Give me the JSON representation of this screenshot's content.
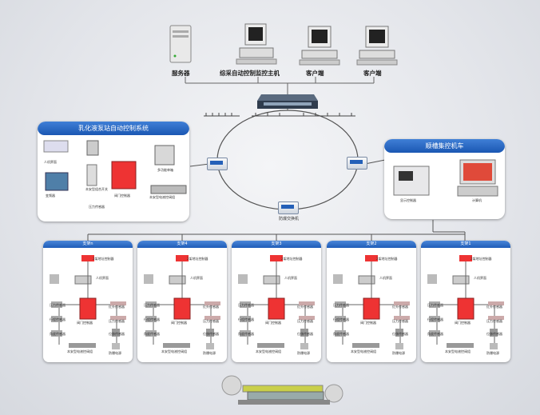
{
  "top": {
    "server_label": "服务器",
    "monitor_host_label": "综采自动控制监控主机",
    "client1_label": "客户端",
    "client2_label": "客户端"
  },
  "pump_panel": {
    "title": "乳化液泵站自动控制系统",
    "labels": [
      "人机界面",
      "变频器",
      "压力传感器",
      "阀门控制器",
      "多功能单箱",
      "本安型组合开关",
      "本安型电液控阀组"
    ]
  },
  "control_car": {
    "title": "顺槽集控机车",
    "labels": [
      "显示控制器",
      "计算机"
    ]
  },
  "ring": {
    "node_label": "防爆交换机"
  },
  "supports": [
    {
      "name": "支架n"
    },
    {
      "name": "支架4"
    },
    {
      "name": "支架3"
    },
    {
      "name": "支架2"
    },
    {
      "name": "支架1"
    }
  ],
  "support_labels": {
    "top": "2架地址控制器",
    "hmi": "人机界面",
    "valve_ctrl": "阀门控制器",
    "l1": "压力传感器",
    "l2": "行程传感器",
    "l3": "角度传感器",
    "r1": "红外传感器",
    "r2": "压力传感器",
    "r3": "位移传感器",
    "b1": "本安型电液控阀组",
    "b2": "防爆电源"
  }
}
